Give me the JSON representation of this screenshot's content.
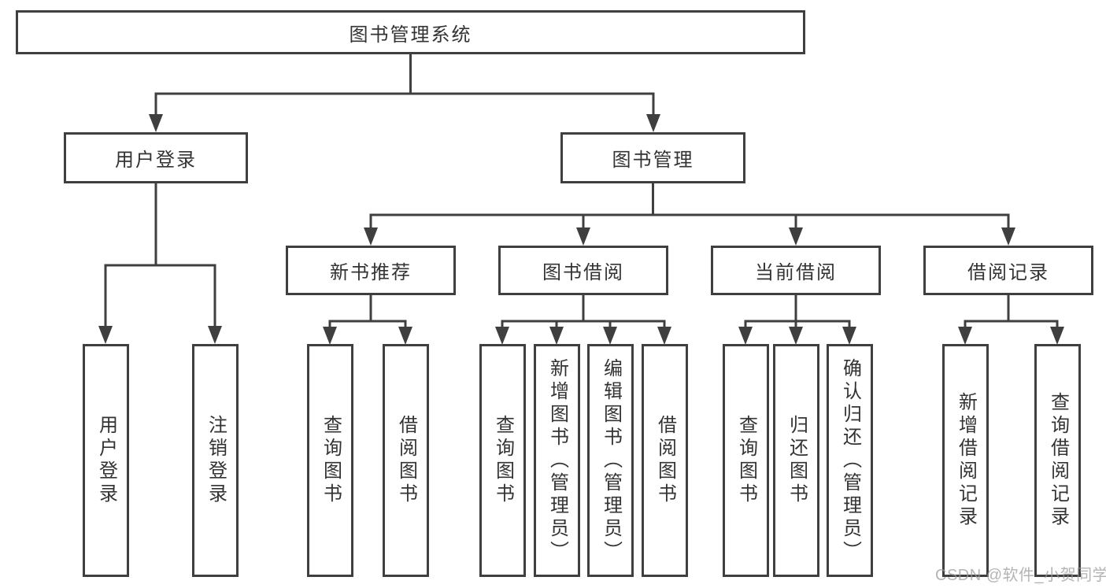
{
  "meta": {
    "watermark": "CSDN @软件_小贺同学"
  },
  "colors": {
    "line": "#3f3f3f",
    "border": "#3f3f3f",
    "text": "#333333",
    "box_background": "#ffffff",
    "page_background": "#ffffff",
    "watermark": "#9b9b9b"
  },
  "tree": {
    "label": "图书管理系统",
    "children": [
      {
        "label": "用户登录",
        "children": [
          {
            "label": "用户登录"
          },
          {
            "label": "注销登录"
          }
        ]
      },
      {
        "label": "图书管理",
        "children": [
          {
            "label": "新书推荐",
            "children": [
              {
                "label": "查询图书"
              },
              {
                "label": "借阅图书"
              }
            ]
          },
          {
            "label": "图书借阅",
            "children": [
              {
                "label": "查询图书"
              },
              {
                "label": "新增图书（管理员）"
              },
              {
                "label": "编辑图书（管理员）"
              },
              {
                "label": "借阅图书"
              }
            ]
          },
          {
            "label": "当前借阅",
            "children": [
              {
                "label": "查询图书"
              },
              {
                "label": "归还图书"
              },
              {
                "label": "确认归还（管理员）"
              }
            ]
          },
          {
            "label": "借阅记录",
            "children": [
              {
                "label": "新增借阅记录"
              },
              {
                "label": "查询借阅记录"
              }
            ]
          }
        ]
      }
    ]
  }
}
